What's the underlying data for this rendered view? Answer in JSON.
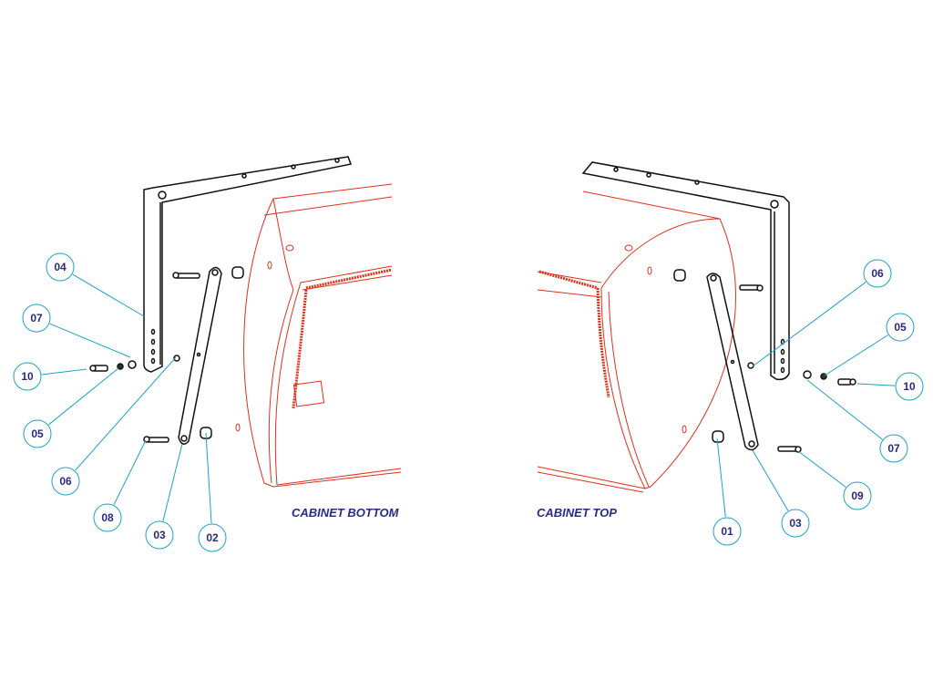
{
  "views": [
    {
      "caption": "CABINET BOTTOM",
      "callouts": [
        "04",
        "07",
        "10",
        "05",
        "06",
        "08",
        "03",
        "02"
      ]
    },
    {
      "caption": "CABINET TOP",
      "callouts": [
        "06",
        "05",
        "10",
        "07",
        "09",
        "03",
        "01"
      ]
    }
  ],
  "colors": {
    "callout": "#1ea0c8",
    "label_text": "#2a2a7a",
    "hardware": "#111111",
    "cabinet": "#e0301e"
  }
}
